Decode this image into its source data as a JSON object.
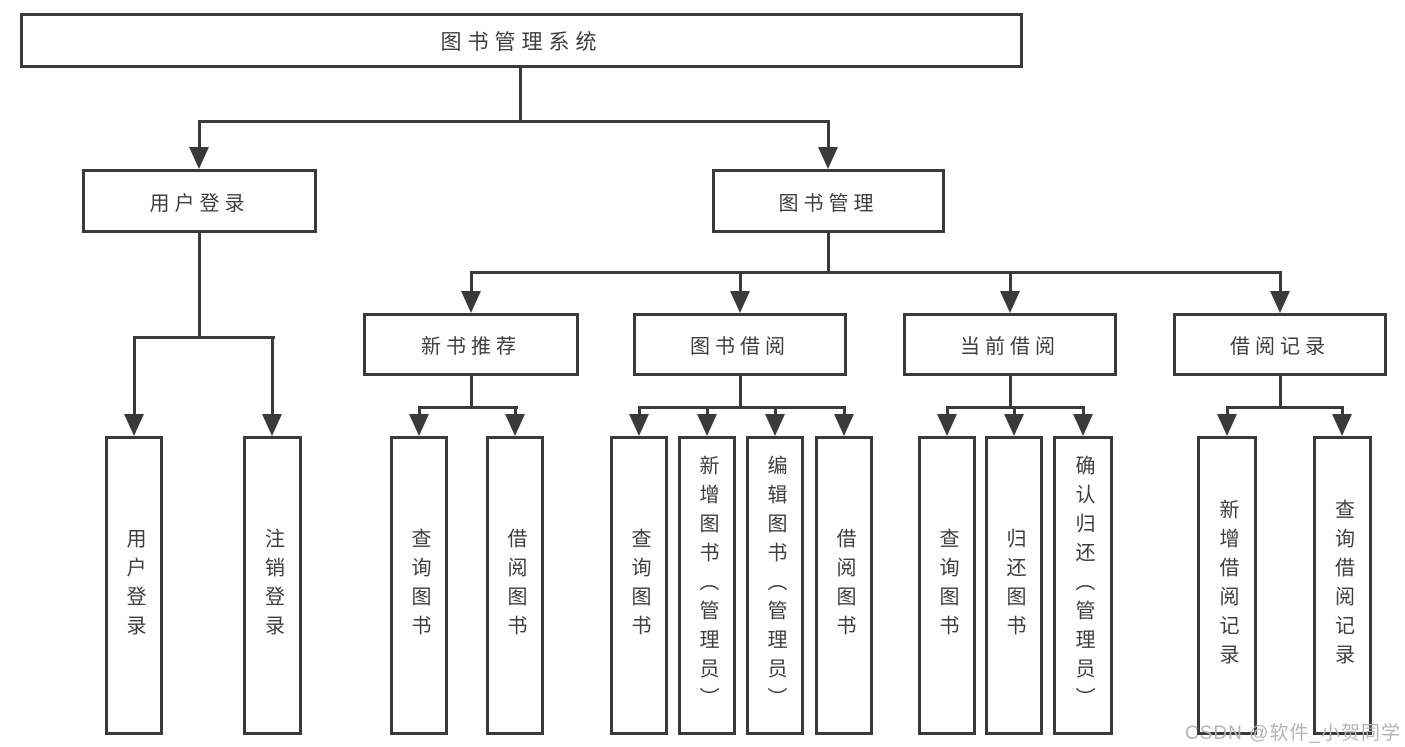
{
  "diagram": {
    "root": {
      "label": "图书管理系统"
    },
    "branches": [
      {
        "label": "用户登录",
        "children": [
          {
            "label": "用户登录"
          },
          {
            "label": "注销登录"
          }
        ]
      },
      {
        "label": "图书管理",
        "children": [
          {
            "label": "新书推荐",
            "children": [
              {
                "label": "查询图书"
              },
              {
                "label": "借阅图书"
              }
            ]
          },
          {
            "label": "图书借阅",
            "children": [
              {
                "label": "查询图书"
              },
              {
                "label": "新增图书（管理员）"
              },
              {
                "label": "编辑图书（管理员）"
              },
              {
                "label": "借阅图书"
              }
            ]
          },
          {
            "label": "当前借阅",
            "children": [
              {
                "label": "查询图书"
              },
              {
                "label": "归还图书"
              },
              {
                "label": "确认归还（管理员）"
              }
            ]
          },
          {
            "label": "借阅记录",
            "children": [
              {
                "label": "新增借阅记录"
              },
              {
                "label": "查询借阅记录"
              }
            ]
          }
        ]
      }
    ]
  },
  "watermark": {
    "text": "CSDN @软件_小贺同学"
  },
  "colors": {
    "line": "#3a3a3a",
    "text": "#3e3e3e",
    "watermark": "#b5b5b5",
    "background": "#ffffff"
  }
}
